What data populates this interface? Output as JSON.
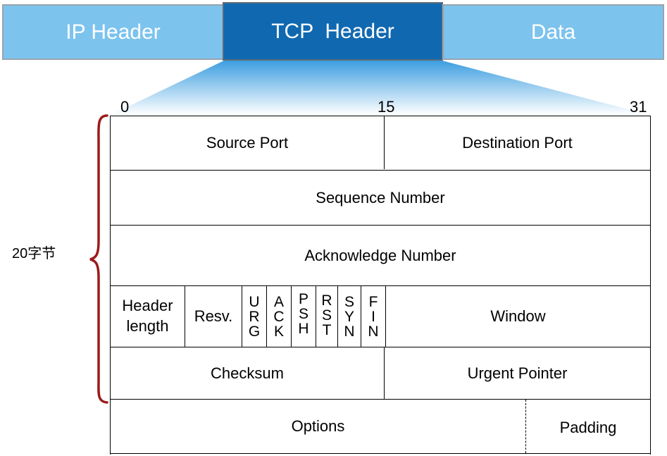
{
  "segments": {
    "ip": "IP Header",
    "tcp": "TCP  Header",
    "data": "Data"
  },
  "bit_labels": {
    "start": "0",
    "mid": "15",
    "end": "31"
  },
  "brace_label": "20字节",
  "fields": {
    "source_port": "Source Port",
    "destination_port": "Destination Port",
    "sequence_number": "Sequence Number",
    "acknowledge_number": "Acknowledge Number",
    "header_length_line1": "Header",
    "header_length_line2": "length",
    "reserved": "Resv.",
    "flags": [
      {
        "name": "URG",
        "letters": [
          "U",
          "R",
          "G"
        ]
      },
      {
        "name": "ACK",
        "letters": [
          "A",
          "C",
          "K"
        ]
      },
      {
        "name": "PSH",
        "letters": [
          "P",
          "S",
          "H"
        ]
      },
      {
        "name": "RST",
        "letters": [
          "R",
          "S",
          "T"
        ]
      },
      {
        "name": "SYN",
        "letters": [
          "S",
          "Y",
          "N"
        ]
      },
      {
        "name": "FIN",
        "letters": [
          "F",
          "I",
          "N"
        ]
      }
    ],
    "window": "Window",
    "checksum": "Checksum",
    "urgent_pointer": "Urgent Pointer",
    "options": "Options",
    "padding": "Padding"
  },
  "colors": {
    "segment_light": "#7cc3ee",
    "segment_dark": "#1069b0",
    "brace": "#9b1b1b"
  }
}
